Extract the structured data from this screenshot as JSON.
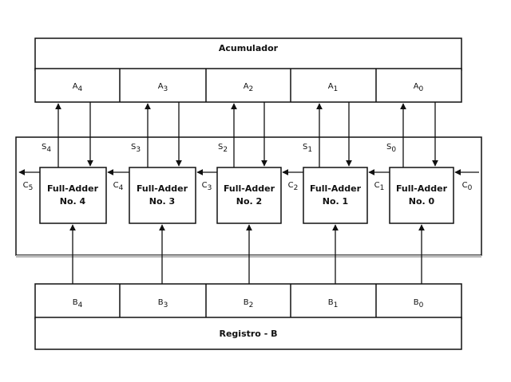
{
  "accumulator": {
    "title": "Acumulador",
    "cells": [
      {
        "main": "A",
        "sub": "4"
      },
      {
        "main": "A",
        "sub": "3"
      },
      {
        "main": "A",
        "sub": "2"
      },
      {
        "main": "A",
        "sub": "1"
      },
      {
        "main": "A",
        "sub": "0"
      }
    ]
  },
  "adders": [
    {
      "line1": "Full-Adder",
      "line2": "No. 4",
      "s": "S",
      "s_sub": "4",
      "cout": "C",
      "cout_sub": "5"
    },
    {
      "line1": "Full-Adder",
      "line2": "No. 3",
      "s": "S",
      "s_sub": "3",
      "cout": "C",
      "cout_sub": "4"
    },
    {
      "line1": "Full-Adder",
      "line2": "No. 2",
      "s": "S",
      "s_sub": "2",
      "cout": "C",
      "cout_sub": "3"
    },
    {
      "line1": "Full-Adder",
      "line2": "No. 1",
      "s": "S",
      "s_sub": "1",
      "cout": "C",
      "cout_sub": "2"
    },
    {
      "line1": "Full-Adder",
      "line2": "No. 0",
      "s": "S",
      "s_sub": "0",
      "cout": "C",
      "cout_sub": "1"
    }
  ],
  "carry_in": {
    "main": "C",
    "sub": "0"
  },
  "register_b": {
    "title": "Registro - B",
    "cells": [
      {
        "main": "B",
        "sub": "4"
      },
      {
        "main": "B",
        "sub": "3"
      },
      {
        "main": "B",
        "sub": "2"
      },
      {
        "main": "B",
        "sub": "1"
      },
      {
        "main": "B",
        "sub": "0"
      }
    ]
  }
}
